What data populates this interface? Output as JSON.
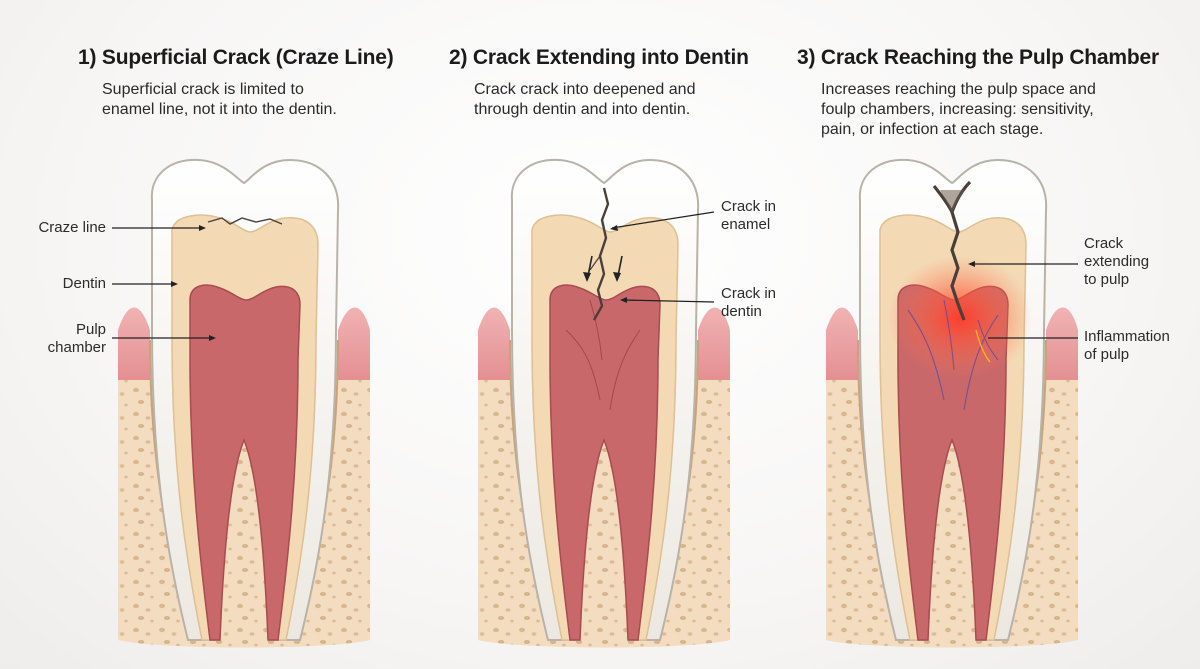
{
  "stages": [
    {
      "title": "1) Superficial Crack (Craze Line)",
      "description": [
        "Superficial crack is limited to",
        "enamel line, not it into the dentin."
      ],
      "labels": {
        "craze_line": "Craze line",
        "dentin": "Dentin",
        "pulp": [
          "Pulp",
          "chamber"
        ]
      }
    },
    {
      "title": "2) Crack Extending into Dentin",
      "description": [
        "Crack crack into deepened and",
        "through dentin and into dentin."
      ],
      "labels": {
        "crack_enamel": [
          "Crack in",
          "enamel"
        ],
        "crack_dentin": [
          "Crack in",
          "dentin"
        ]
      }
    },
    {
      "title": "3) Crack Reaching the Pulp Chamber",
      "description": [
        "Increases reaching the pulp space and",
        "foulp chambers, increasing: sensitivity,",
        "pain, or infection at each stage."
      ],
      "labels": {
        "crack_pulp": [
          "Crack",
          "extending",
          "to pulp"
        ],
        "inflammation": [
          "Inflammation",
          "of pulp"
        ]
      }
    }
  ],
  "colors": {
    "enamel": "#f6f4ef",
    "enamel_edge": "#b9b2a8",
    "dentin": "#f3d9b4",
    "pulp": "#c8686a",
    "gum": "#e9a0a2",
    "bone": "#f4dcc0",
    "inflammation": "#ff3b2a",
    "crack": "#4a3f38"
  }
}
